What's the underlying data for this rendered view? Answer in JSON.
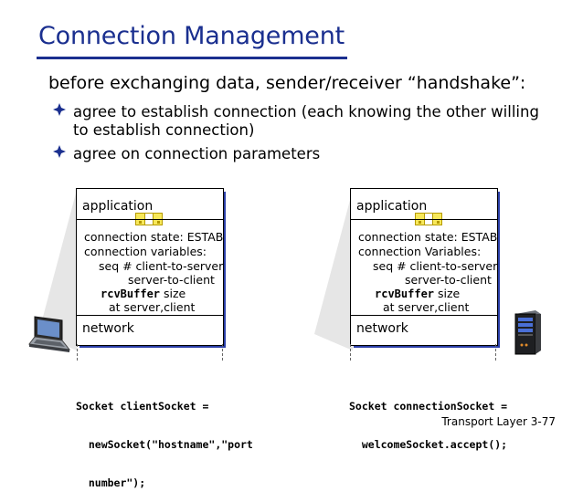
{
  "title": "Connection Management",
  "intro": "before exchanging data, sender/receiver “handshake”:",
  "bullets": [
    {
      "line1": "agree to establish connection (each knowing the other willing",
      "line2": "to establish connection)"
    },
    {
      "line1": "agree on connection parameters",
      "line2": ""
    }
  ],
  "left_stack": {
    "application": "application",
    "state": "connection state: ESTAB",
    "vars": "connection variables:",
    "seq1": "seq # client-to-server",
    "seq2": "server-to-client",
    "rcv": "rcvBuffer",
    "size": " size",
    "at": "at server,client",
    "network": "network"
  },
  "right_stack": {
    "application": "application",
    "state": "connection state: ESTAB",
    "vars": "connection Variables:",
    "seq1": "seq # client-to-server",
    "seq2": "server-to-client",
    "rcv": "rcvBuffer",
    "size": " size",
    "at": "at server,client",
    "network": "network"
  },
  "code_left": {
    "l1": "Socket clientSocket =",
    "l2": "  newSocket(\"hostname\",\"port",
    "l3": "  number\");"
  },
  "code_right": {
    "l1": "Socket connectionSocket =",
    "l2": "  welcomeSocket.accept();"
  },
  "footer": "Transport Layer 3-77",
  "colors": {
    "title": "#1a2f8f",
    "stack_shadow": "#2b3fa8",
    "socket_fill": "#f7e85a",
    "bullet": "#1a2f8f"
  },
  "icons": {
    "left_device": "laptop-icon",
    "right_device": "server-icon",
    "bullet": "diamond-bullet-icon"
  }
}
